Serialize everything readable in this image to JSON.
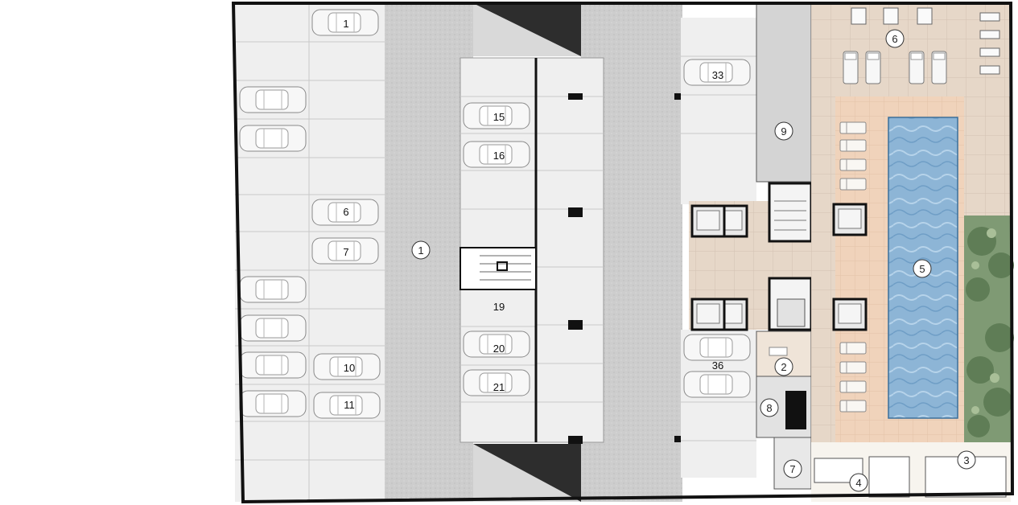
{
  "floor_plan": {
    "colors": {
      "paving": "#cfcfcf",
      "stall": "#efefef",
      "terrace": "#e7d8c9",
      "deck": "#f1d6bf",
      "pool": "#8fb8d8",
      "garden": "#7f9a74",
      "wall": "#111111"
    },
    "zone_markers": [
      {
        "id": "1",
        "label": "1"
      },
      {
        "id": "2",
        "label": "2"
      },
      {
        "id": "3",
        "label": "3"
      },
      {
        "id": "4",
        "label": "4"
      },
      {
        "id": "5",
        "label": "5"
      },
      {
        "id": "6",
        "label": "6"
      },
      {
        "id": "7",
        "label": "7"
      },
      {
        "id": "8",
        "label": "8"
      },
      {
        "id": "9",
        "label": "9"
      }
    ],
    "parking_numbers": [
      "1",
      "6",
      "7",
      "10",
      "11",
      "15",
      "16",
      "19",
      "20",
      "21",
      "33",
      "36"
    ]
  }
}
